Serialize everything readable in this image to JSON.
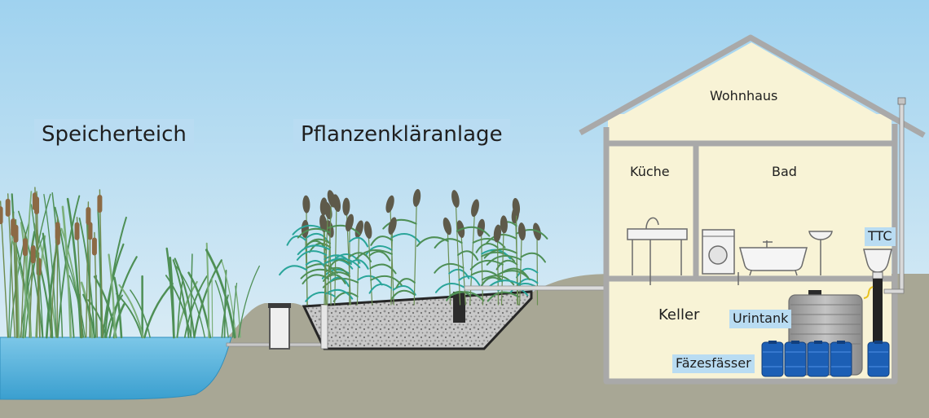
{
  "labels": {
    "storage_pond": "Speicherteich",
    "plant_treatment": "Pflanzenkläranlage",
    "house": "Wohnhaus",
    "kitchen": "Küche",
    "bathroom": "Bad",
    "ttc": "TTC",
    "cellar": "Keller",
    "urine_tank": "Urintank",
    "feces_barrels": "Fäzesfässer"
  },
  "colors": {
    "sky_top": "#9fd2ef",
    "sky_bottom": "#e6f1f6",
    "ground": "#a8a795",
    "pond": "#5db6de",
    "house_wall": "#f8f3d6",
    "house_frame": "#a9a9a9",
    "label_background": "#b9dcf2",
    "barrel": "#1c5fb5",
    "reed_green": "#4e8f55",
    "reed_teal": "#2aa59a",
    "cattail_brown": "#8c6a45"
  }
}
